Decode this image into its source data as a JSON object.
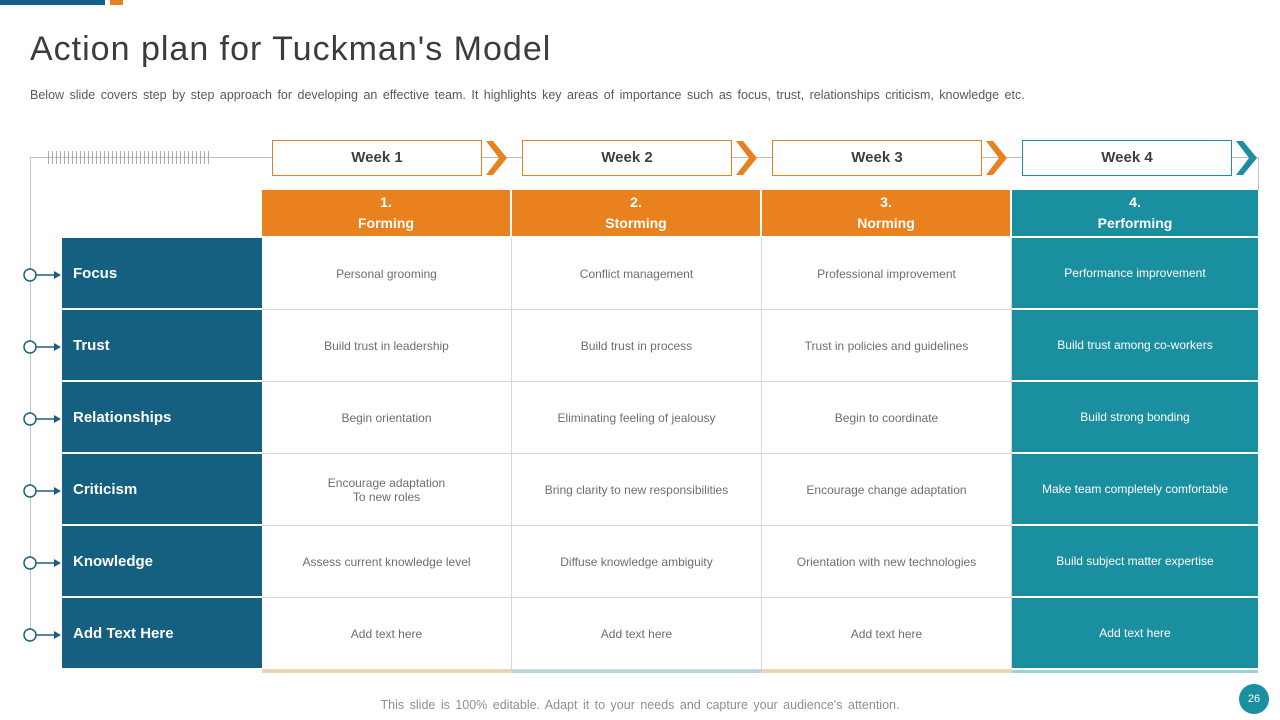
{
  "slide": {
    "title": "Action plan for Tuckman's Model",
    "subtitle": "Below slide covers step by step approach for developing an effective team. It highlights key areas of importance such as focus, trust, relationships criticism, knowledge etc."
  },
  "colors": {
    "orange_accent": "#E8811E",
    "teal_accent": "#1A8FA0",
    "row_label_blue": "#155F80",
    "topbar_blue": "#15608A",
    "body_text_gray": "#6E6E6E"
  },
  "weeks": [
    {
      "label": "Week 1"
    },
    {
      "label": "Week 2"
    },
    {
      "label": "Week 3"
    },
    {
      "label": "Week 4"
    }
  ],
  "table": {
    "stages": [
      {
        "number": "1.",
        "name": "Forming"
      },
      {
        "number": "2.",
        "name": "Storming"
      },
      {
        "number": "3.",
        "name": "Norming"
      },
      {
        "number": "4.",
        "name": "Performing"
      }
    ],
    "rows": [
      {
        "label": "Focus",
        "cells": [
          "Personal grooming",
          "Conflict management",
          "Professional improvement",
          "Performance improvement"
        ]
      },
      {
        "label": "Trust",
        "cells": [
          "Build trust in leadership",
          "Build trust in process",
          "Trust in policies and guidelines",
          "Build trust among co-workers"
        ]
      },
      {
        "label": "Relationships",
        "cells": [
          "Begin orientation",
          "Eliminating feeling of jealousy",
          "Begin to coordinate",
          "Build strong bonding"
        ]
      },
      {
        "label": "Criticism",
        "cells": [
          "Encourage adaptation\nTo new roles",
          "Bring clarity to new responsibilities",
          "Encourage change adaptation",
          "Make team completely comfortable"
        ]
      },
      {
        "label": "Knowledge",
        "cells": [
          "Assess current knowledge level",
          "Diffuse knowledge ambiguity",
          "Orientation with new technologies",
          "Build subject matter expertise"
        ]
      },
      {
        "label": "Add Text Here",
        "cells": [
          "Add text here",
          "Add text here",
          "Add text here",
          "Add text here"
        ]
      }
    ]
  },
  "footer": {
    "text": "This slide is 100% editable. Adapt it to your needs and capture your audience's attention.",
    "page_number": "26"
  }
}
